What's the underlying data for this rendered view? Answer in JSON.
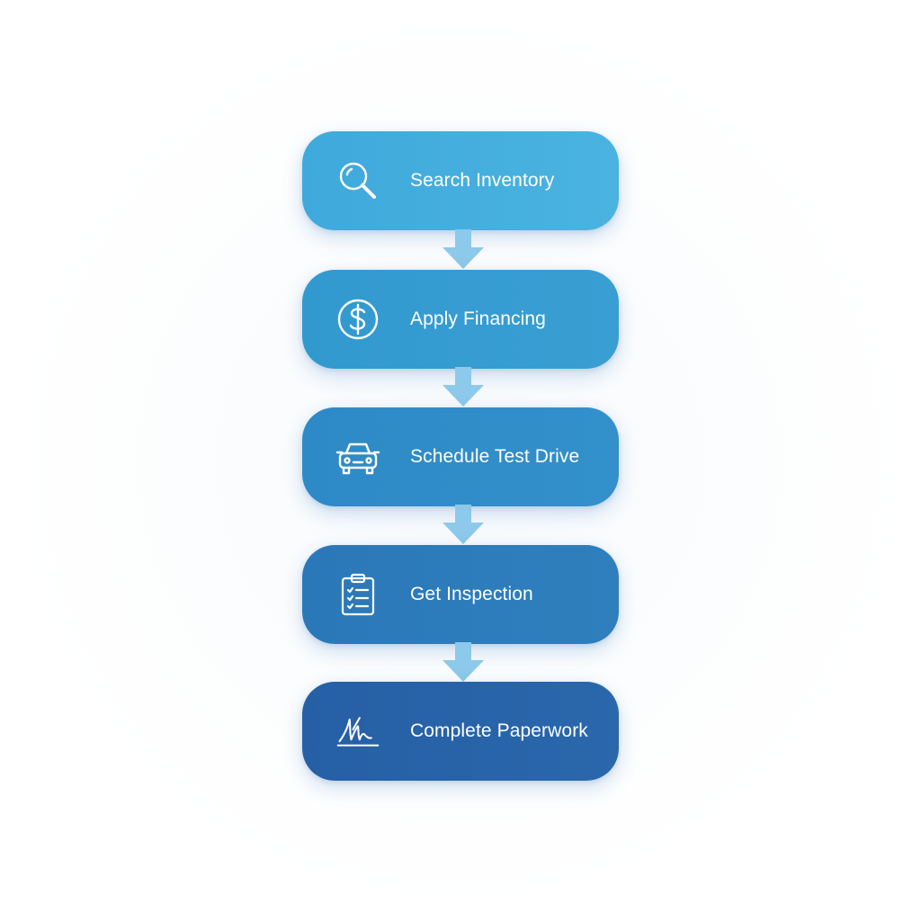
{
  "flow": {
    "steps": [
      {
        "label": "Search Inventory",
        "icon": "search-icon"
      },
      {
        "label": "Apply Financing",
        "icon": "dollar-icon"
      },
      {
        "label": "Schedule Test Drive",
        "icon": "car-icon"
      },
      {
        "label": "Get Inspection",
        "icon": "clipboard-checklist-icon"
      },
      {
        "label": "Complete Paperwork",
        "icon": "signature-icon"
      }
    ],
    "colors": {
      "step_1": "#44aede",
      "step_2": "#359cd1",
      "step_3": "#308dc8",
      "step_4": "#2d7cbb",
      "step_5": "#2863a8",
      "arrow": "#8cc9ea"
    }
  }
}
